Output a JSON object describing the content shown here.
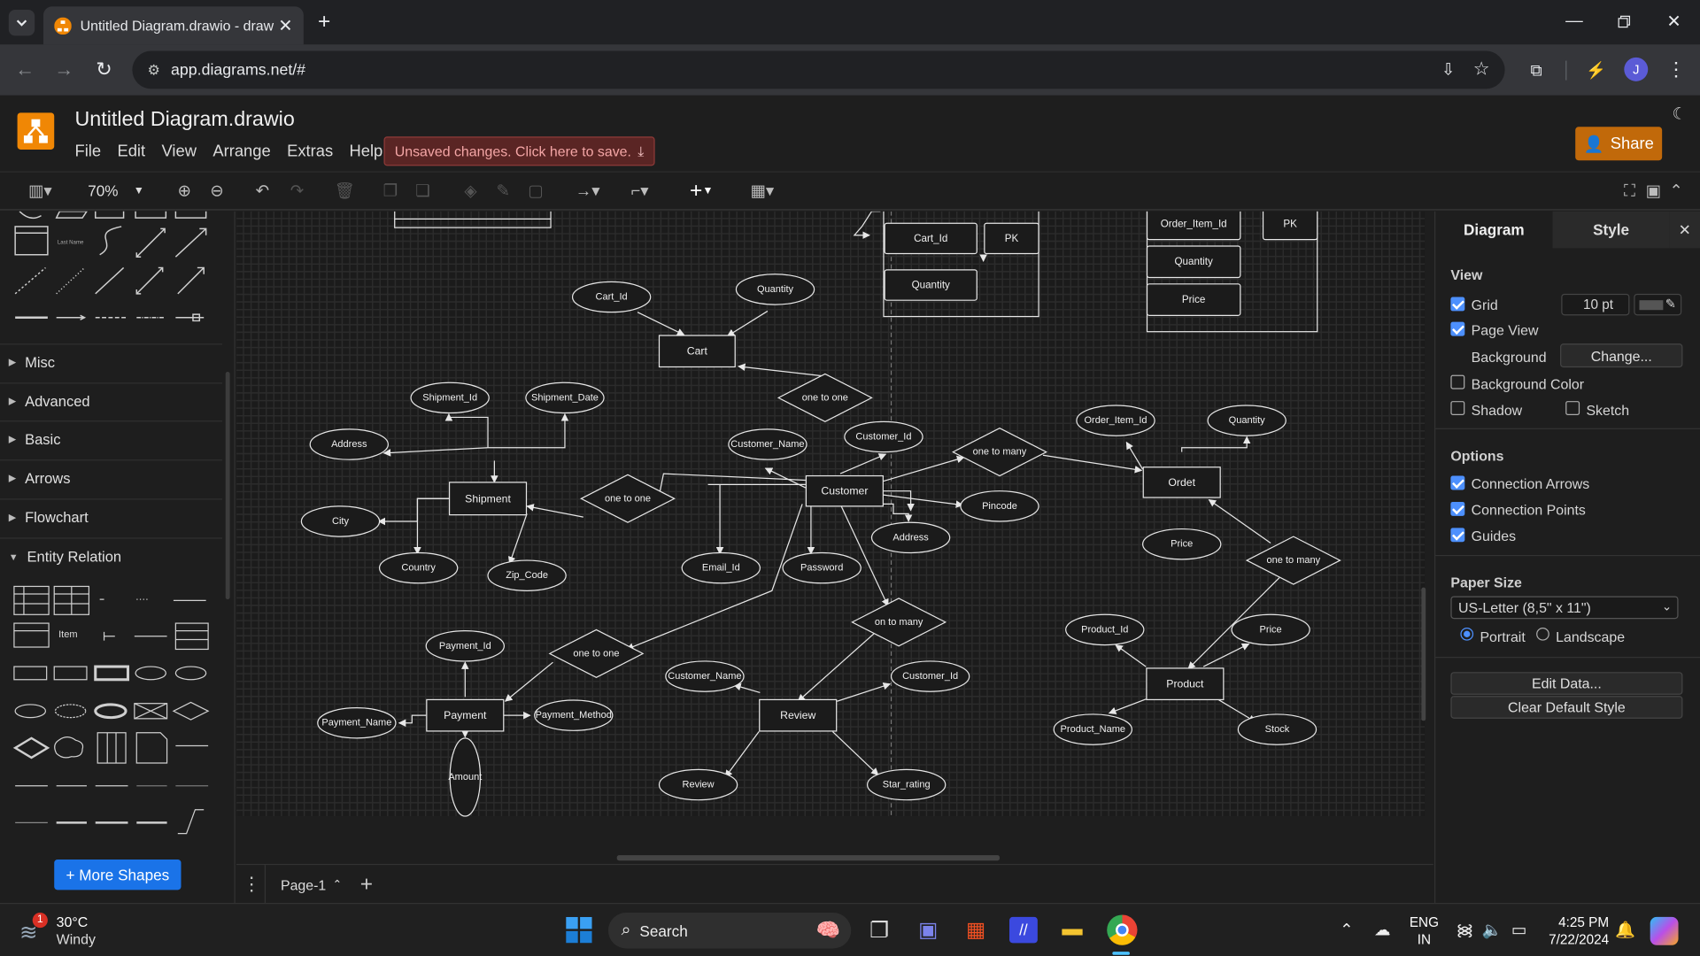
{
  "browser": {
    "tab_title": "Untitled Diagram.drawio - draw",
    "url": "app.diagrams.net/#",
    "profile_initial": "J"
  },
  "app": {
    "doc_title": "Untitled Diagram.drawio",
    "menus": [
      "File",
      "Edit",
      "View",
      "Arrange",
      "Extras",
      "Help"
    ],
    "unsaved": "Unsaved changes. Click here to save.",
    "share": "Share",
    "zoom": "70%"
  },
  "left_panel": {
    "sections": [
      "Misc",
      "Advanced",
      "Basic",
      "Arrows",
      "Flowchart",
      "Entity Relation"
    ],
    "item_label": "Item",
    "more_shapes": "+ More Shapes"
  },
  "page_tab": "Page-1",
  "right_panel": {
    "tabs": [
      "Diagram",
      "Style"
    ],
    "view_title": "View",
    "grid_label": "Grid",
    "grid_size": "10 pt",
    "page_view": "Page View",
    "background": "Background",
    "change_btn": "Change...",
    "background_color": "Background Color",
    "shadow": "Shadow",
    "sketch": "Sketch",
    "options_title": "Options",
    "connection_arrows": "Connection Arrows",
    "connection_points": "Connection Points",
    "guides": "Guides",
    "paper_size_title": "Paper Size",
    "paper_size": "US-Letter (8,5\" x 11\")",
    "portrait": "Portrait",
    "landscape": "Landscape",
    "edit_data": "Edit Data...",
    "clear_default_style": "Clear Default Style"
  },
  "diagram": {
    "entities": [
      {
        "id": "cart",
        "label": "Cart"
      },
      {
        "id": "shipment",
        "label": "Shipment"
      },
      {
        "id": "customer",
        "label": "Customer"
      },
      {
        "id": "ordet",
        "label": "Ordet"
      },
      {
        "id": "payment",
        "label": "Payment"
      },
      {
        "id": "review",
        "label": "Review"
      },
      {
        "id": "product",
        "label": "Product"
      }
    ],
    "attributes": [
      {
        "id": "a1",
        "label": "Cart_Id"
      },
      {
        "id": "a2",
        "label": "Quantity"
      },
      {
        "id": "a3",
        "label": "Shipment_Id"
      },
      {
        "id": "a4",
        "label": "Shipment_Date"
      },
      {
        "id": "a5",
        "label": "Address"
      },
      {
        "id": "a6",
        "label": "City"
      },
      {
        "id": "a7",
        "label": "Country"
      },
      {
        "id": "a8",
        "label": "Zip_Code"
      },
      {
        "id": "a9",
        "label": "Customer_Name"
      },
      {
        "id": "a10",
        "label": "Customer_Id"
      },
      {
        "id": "a11",
        "label": "Pincode"
      },
      {
        "id": "a12",
        "label": "Address"
      },
      {
        "id": "a13",
        "label": "Email_Id"
      },
      {
        "id": "a14",
        "label": "Password"
      },
      {
        "id": "a15",
        "label": "Order_Item_Id"
      },
      {
        "id": "a16",
        "label": "Quantity"
      },
      {
        "id": "a17",
        "label": "Price"
      },
      {
        "id": "a18",
        "label": "Payment_Id"
      },
      {
        "id": "a19",
        "label": "Payment_Name"
      },
      {
        "id": "a20",
        "label": "Payment_Method"
      },
      {
        "id": "a21",
        "label": "Amount"
      },
      {
        "id": "a22",
        "label": "Customer_Name"
      },
      {
        "id": "a23",
        "label": "Customer_Id"
      },
      {
        "id": "a24",
        "label": "Review"
      },
      {
        "id": "a25",
        "label": "Star_rating"
      },
      {
        "id": "a26",
        "label": "Product_Id"
      },
      {
        "id": "a27",
        "label": "Price"
      },
      {
        "id": "a28",
        "label": "Product_Name"
      },
      {
        "id": "a29",
        "label": "Stock"
      }
    ],
    "relations": [
      {
        "id": "r1",
        "label": "one to one"
      },
      {
        "id": "r2",
        "label": "one to one"
      },
      {
        "id": "r3",
        "label": "one to many"
      },
      {
        "id": "r4",
        "label": "one to many"
      },
      {
        "id": "r5",
        "label": "on to many"
      },
      {
        "id": "r6",
        "label": "one to one"
      }
    ],
    "table_cells": [
      {
        "id": "t1",
        "label": "Cart_Id"
      },
      {
        "id": "t2",
        "label": "PK"
      },
      {
        "id": "t3",
        "label": "Quantity"
      },
      {
        "id": "t4",
        "label": "Order_Item_Id"
      },
      {
        "id": "t5",
        "label": "PK"
      },
      {
        "id": "t6",
        "label": "Quantity"
      },
      {
        "id": "t7",
        "label": "Price"
      }
    ]
  },
  "taskbar": {
    "temp": "30°C",
    "weather": "Windy",
    "weather_badge": "1",
    "search": "Search",
    "lang1": "ENG",
    "lang2": "IN",
    "time": "4:25 PM",
    "date": "7/22/2024"
  }
}
